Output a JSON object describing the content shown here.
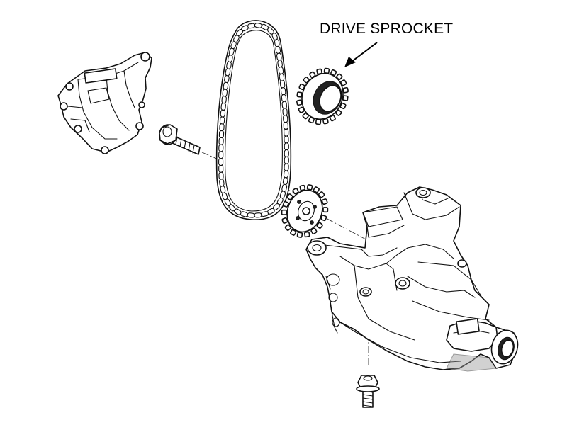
{
  "callout": {
    "label": "DRIVE SPROCKET"
  },
  "parts": [
    {
      "name": "pump-cover",
      "icon": "cover-bracket"
    },
    {
      "name": "mounting-bolt",
      "icon": "bolt"
    },
    {
      "name": "drive-chain",
      "icon": "chain"
    },
    {
      "name": "drive-sprocket",
      "icon": "sprocket"
    },
    {
      "name": "driven-sprocket",
      "icon": "sprocket"
    },
    {
      "name": "oil-pump-body",
      "icon": "pump-housing"
    },
    {
      "name": "lower-bolt",
      "icon": "bolt"
    }
  ],
  "colors": {
    "line": "#111111",
    "background": "#ffffff",
    "shade": "#9a9a9a"
  }
}
